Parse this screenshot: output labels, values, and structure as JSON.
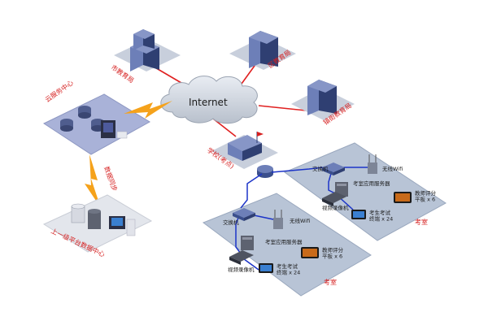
{
  "diagram": {
    "internet_label": "Internet",
    "nodes": {
      "city_edu": "市教育局",
      "district_edu": "区教育局",
      "town_edu": "镇街教育局",
      "cloud_center": "云服务中心",
      "school": "学校(考点)",
      "upper_center": "上一级平台数据中心"
    },
    "cloud_link_label": "数据同步",
    "rooms": [
      {
        "room_label": "考室",
        "switch": "交换机",
        "wifi": "无线Wifi",
        "server": "考室应用服务器",
        "camera": "视频录像机",
        "teacher_tablet": "教师评分\n平板 x 6",
        "student_terminal": "考生考试\n终端 x 24"
      },
      {
        "room_label": "考室",
        "switch": "交换机",
        "wifi": "无线Wifi",
        "server": "考室应用服务器",
        "camera": "视频录像机",
        "teacher_tablet": "教师评分\n平板 x 6",
        "student_terminal": "考生考试\n终端 x 24"
      }
    ],
    "colors": {
      "platform": "#b8c4d6",
      "platform_edge": "#9aa8be",
      "cloud_center_bg": "#a9b2d8",
      "link_red": "#e02020",
      "link_blue": "#1c34c8",
      "bolt": "#f5a21b",
      "label_red": "#d61f1f",
      "building": "#3b4f8c"
    }
  }
}
